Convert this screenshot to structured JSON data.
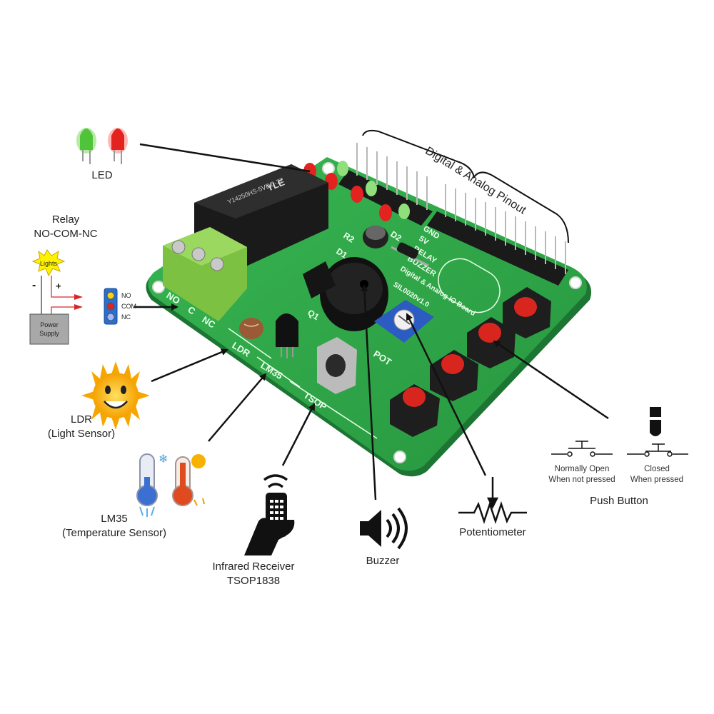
{
  "labels": {
    "led": "LED",
    "relay_title": "Relay",
    "relay_sub": "NO-COM-NC",
    "ldr_title": "LDR",
    "ldr_sub": "(Light Sensor)",
    "lm35_title": "LM35",
    "lm35_sub": "(Temperature Sensor)",
    "ir_title": "Infrared Receiver",
    "ir_sub": "TSOP1838",
    "buzzer": "Buzzer",
    "potentiometer": "Potentiometer",
    "push_button": "Push Button",
    "pinout": "Digital & Analog Pinout",
    "normally_open": "Normally Open",
    "not_pressed": "When not pressed",
    "closed": "Closed",
    "when_pressed": "When pressed"
  },
  "relay_diagram": {
    "lights": "Lights",
    "power_line1": "Power",
    "power_line2": "Supply",
    "no": "NO",
    "com": "COM",
    "nc": "NC",
    "minus": "-",
    "plus": "+"
  },
  "board_text": {
    "terminal_no": "NO",
    "terminal_c": "C",
    "terminal_nc": "NC",
    "ldr": "LDR",
    "lm35": "LM35",
    "tsop": "TSOP",
    "pot": "POT",
    "relay": "RELAY",
    "buzzer": "BUZZER",
    "io_board": "Digital & Analog IO Board",
    "model": "SIL0020v1.0",
    "gnd": "GND",
    "v5": "5V",
    "d1": "D1",
    "d2": "D2",
    "r2": "R2",
    "q1": "Q1",
    "relay_brand": "YLE",
    "relay_model": "Y14250HS-5VDC-7Z"
  },
  "colors": {
    "pcb": "#2fa84a",
    "pcb_dark": "#1e7a33",
    "terminal": "#7cc142",
    "led_red": "#e3231f",
    "led_green": "#7ed957",
    "arrow": "#111111"
  }
}
